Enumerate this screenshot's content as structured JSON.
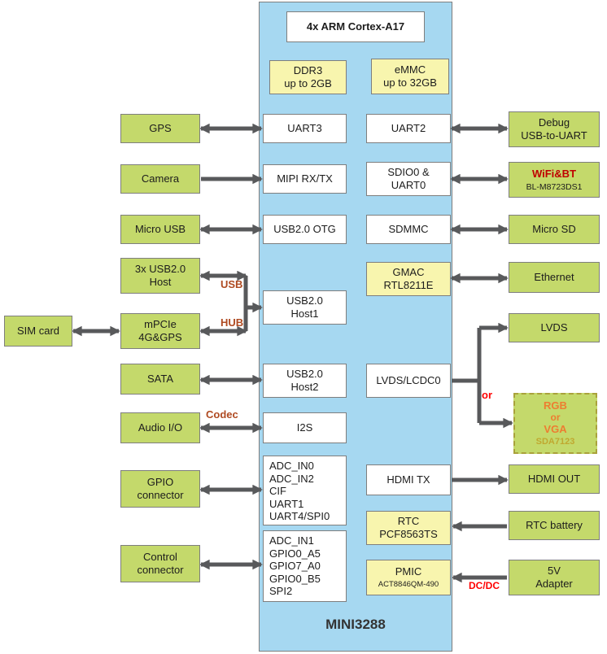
{
  "colors": {
    "soc_fill": "#A6D8F1",
    "peripheral_fill": "#C4D96B",
    "memory_fill": "#F8F5AE",
    "port_fill": "#FFFFFF",
    "arrow": "#58595B",
    "bus_label": "#AF4A21",
    "alert_red": "#FF0000",
    "wifi_red": "#C00000",
    "rgb_orange": "#ED7D31",
    "sda_gold": "#C0A830"
  },
  "title": "MINI3288",
  "cpu": "4x ARM Cortex-A17",
  "memory": {
    "ddr3": "DDR3\nup to 2GB",
    "emmc": "eMMC\nup to 32GB"
  },
  "soc_left": {
    "uart3": "UART3",
    "mipi": "MIPI RX/TX",
    "usb_otg": "USB2.0 OTG",
    "usb_host1": "USB2.0\nHost1",
    "usb_host2": "USB2.0\nHost2",
    "i2s": "I2S",
    "gpio_group1": "ADC_IN0\nADC_IN2\nCIF\nUART1\nUART4/SPI0",
    "gpio_group2": "ADC_IN1\nGPIO0_A5\nGPIO7_A0\nGPIO0_B5\nSPI2"
  },
  "soc_right": {
    "uart2": "UART2",
    "sdio0_uart0": "SDIO0 &\nUART0",
    "sdmmc": "SDMMC",
    "gmac": "GMAC\nRTL8211E",
    "lvds_lcdc0": "LVDS/LCDC0",
    "hdmi_tx": "HDMI TX",
    "rtc": "RTC\nPCF8563TS",
    "pmic_line1": "PMIC",
    "pmic_line2": "ACT8846QM-490"
  },
  "left_peripherals": {
    "gps": "GPS",
    "camera": "Camera",
    "micro_usb": "Micro USB",
    "usb_host_3x": "3x USB2.0\nHost",
    "mpcie": "mPCIe\n4G&GPS",
    "sim_card": "SIM card",
    "sata": "SATA",
    "audio_io": "Audio I/O",
    "gpio_connector": "GPIO\nconnector",
    "control_connector": "Control\nconnector"
  },
  "right_peripherals": {
    "debug": "Debug\nUSB-to-UART",
    "wifi_bt_line1": "WiFi&BT",
    "wifi_bt_line2": "BL-M8723DS1",
    "micro_sd": "Micro SD",
    "ethernet": "Ethernet",
    "lvds": "LVDS",
    "rgb_vga_line1": "RGB",
    "rgb_vga_line2": "or",
    "rgb_vga_line3": "VGA",
    "rgb_vga_line4": "SDA7123",
    "hdmi_out": "HDMI OUT",
    "rtc_battery": "RTC battery",
    "adapter_5v": "5V\nAdapter"
  },
  "connection_labels": {
    "usb": "USB",
    "hub": "HUB",
    "codec": "Codec",
    "or": "or",
    "dcdc": "DC/DC"
  }
}
